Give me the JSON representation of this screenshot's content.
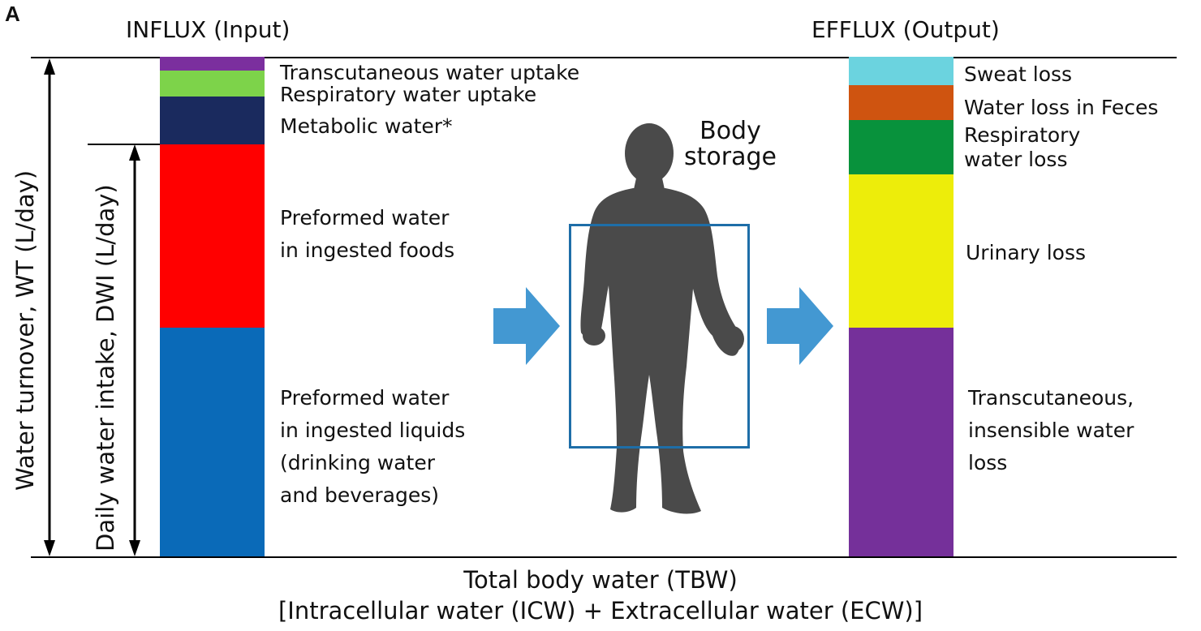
{
  "panel_letter": "A",
  "influx_title": "INFLUX (Input)",
  "efflux_title": "EFFLUX (Output)",
  "influx_segments": [
    {
      "label": "Transcutaneous water uptake",
      "color": "#7b2f9e"
    },
    {
      "label": "Respiratory water uptake",
      "color": "#7dd34a"
    },
    {
      "label": "Metabolic water*",
      "color": "#1a2a5e"
    },
    {
      "label_lines": [
        "Preformed water",
        "in ingested foods"
      ],
      "color": "#ff0000"
    },
    {
      "label_lines": [
        "Preformed water",
        "in ingested liquids",
        "(drinking water",
        "and beverages)"
      ],
      "color": "#0a6ab8"
    }
  ],
  "efflux_segments": [
    {
      "label": "Sweat loss",
      "color": "#6bd3df"
    },
    {
      "label": "Water loss in Feces",
      "color": "#cf5410"
    },
    {
      "label_lines": [
        "Respiratory",
        "water loss"
      ],
      "color": "#08923c"
    },
    {
      "label": "Urinary loss",
      "color": "#eded0a"
    },
    {
      "label_lines": [
        "Transcutaneous,",
        "insensible water",
        "loss"
      ],
      "color": "#75309a"
    }
  ],
  "body_label_lines": [
    "Body",
    "storage"
  ],
  "axis_wt": "Water turnover, WT (L/day)",
  "axis_dwi": "Daily water intake, DWI (L/day)",
  "bottom_line1": "Total body water (TBW)",
  "bottom_line2": "[Intracellular water (ICW) + Extracellular water (ECW)]",
  "colors": {
    "arrow": "#4398d2",
    "box": "#1e6ea8",
    "silhouette": "#4a4a4a"
  }
}
